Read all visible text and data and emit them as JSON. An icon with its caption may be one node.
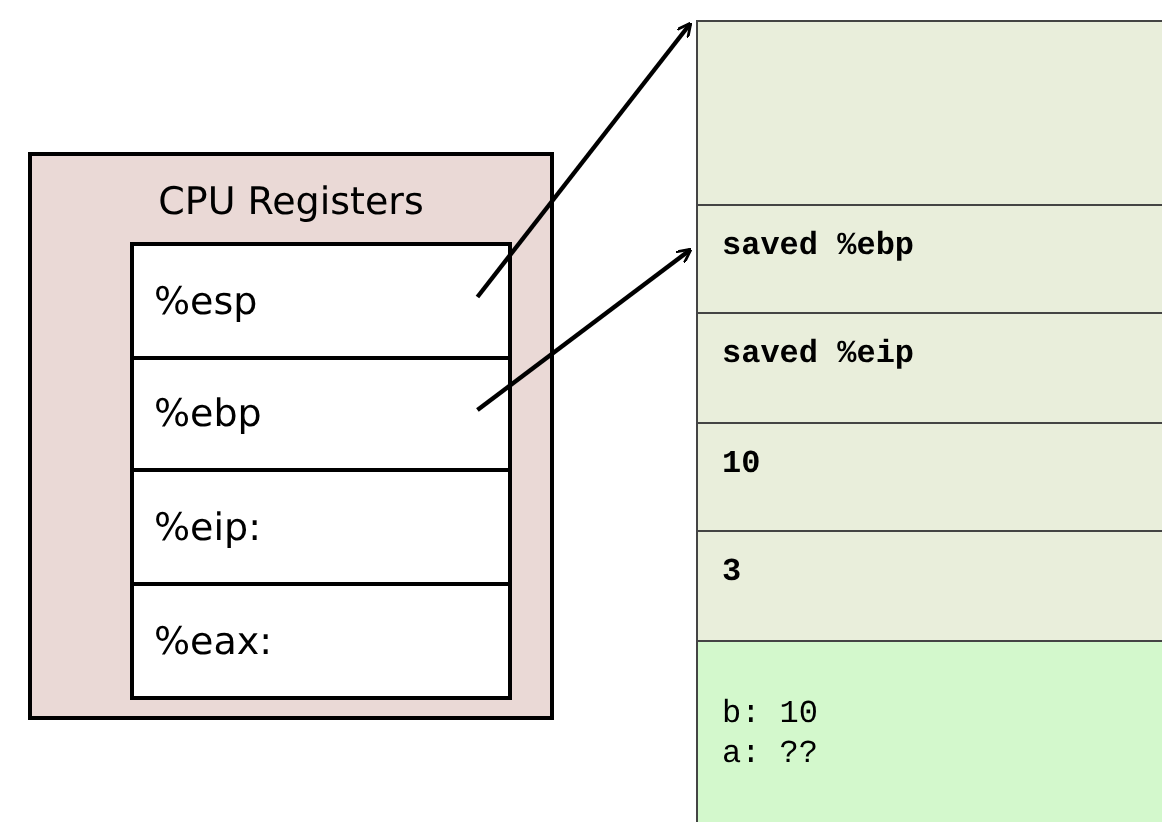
{
  "diagram": {
    "nodes": [
      {
        "text": [
          "CPU Registers"
        ]
      },
      {
        "text": [
          "%esp"
        ],
        "in": 0
      },
      {
        "text": [
          "%ebp"
        ],
        "in": 0
      },
      {
        "text": [
          "%eip:"
        ],
        "in": 0
      },
      {
        "text": [
          "%eax:"
        ],
        "in": 0
      },
      {
        "text": [],
        "shape": "box"
      },
      {
        "text": [
          "saved %ebp"
        ]
      },
      {
        "text": [
          "saved %eip"
        ]
      },
      {
        "text": [
          "10"
        ]
      },
      {
        "text": [
          "3"
        ]
      },
      {
        "text": [
          "b: 10",
          "a: ??"
        ]
      }
    ],
    "edges": [
      {
        "from": 1,
        "to": 5,
        "arrow": "to"
      },
      {
        "from": 2,
        "to": 6,
        "arrow": "to"
      }
    ]
  }
}
